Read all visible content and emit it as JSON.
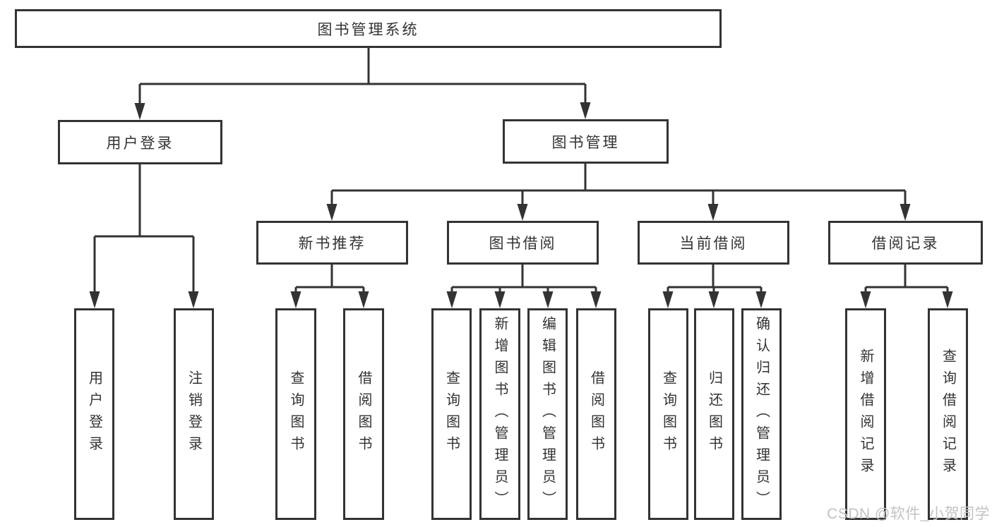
{
  "watermark": "CSDN @软件_小贺同学",
  "colors": {
    "line": "#333333",
    "text": "#333333",
    "box_background": "#ffffff",
    "watermark_text": "#c2c2c2"
  },
  "tree": {
    "label": "图书管理系统",
    "children": [
      {
        "label": "用户登录",
        "children": [
          {
            "label": "用户登录"
          },
          {
            "label": "注销登录"
          }
        ]
      },
      {
        "label": "图书管理",
        "children": [
          {
            "label": "新书推荐",
            "children": [
              {
                "label": "查询图书"
              },
              {
                "label": "借阅图书"
              }
            ]
          },
          {
            "label": "图书借阅",
            "children": [
              {
                "label": "查询图书"
              },
              {
                "label": "新增图书（管理员）"
              },
              {
                "label": "编辑图书（管理员）"
              },
              {
                "label": "借阅图书"
              }
            ]
          },
          {
            "label": "当前借阅",
            "children": [
              {
                "label": "查询图书"
              },
              {
                "label": "归还图书"
              },
              {
                "label": "确认归还（管理员）"
              }
            ]
          },
          {
            "label": "借阅记录",
            "children": [
              {
                "label": "新增借阅记录"
              },
              {
                "label": "查询借阅记录"
              }
            ]
          }
        ]
      }
    ]
  }
}
